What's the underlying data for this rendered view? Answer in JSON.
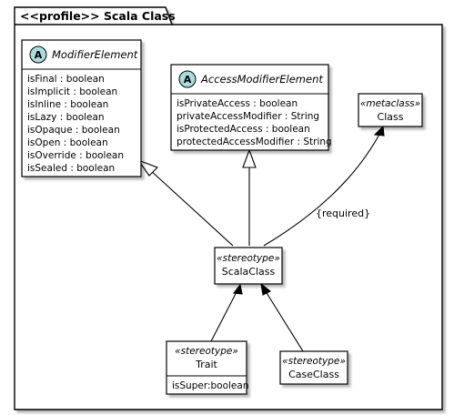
{
  "package": {
    "title": "<<profile>> Scala Class"
  },
  "classes": {
    "modifier_element": {
      "badge": "A",
      "name": "ModifierElement",
      "attributes": [
        "isFinal : boolean",
        "isImplicit : boolean",
        "isInline : boolean",
        "isLazy : boolean",
        "isOpaque : boolean",
        "isOpen : boolean",
        "isOverride : boolean",
        "isSealed : boolean"
      ]
    },
    "access_modifier_element": {
      "badge": "A",
      "name": "AccessModifierElement",
      "attributes": [
        "isPrivateAccess : boolean",
        "privateAccessModifier : String",
        "isProtectedAccess : boolean",
        "protectedAccessModifier : String"
      ]
    },
    "class_metaclass": {
      "stereotype": "«metaclass»",
      "name": "Class"
    },
    "scala_class": {
      "stereotype": "«stereotype»",
      "name": "ScalaClass"
    },
    "trait": {
      "stereotype": "«stereotype»",
      "name": "Trait",
      "attributes": [
        "isSuper:boolean"
      ]
    },
    "case_class": {
      "stereotype": "«stereotype»",
      "name": "CaseClass"
    }
  },
  "relations": {
    "extension_label": "{required}"
  },
  "colors": {
    "badge_fill": "#a9dcdf",
    "line": "#000000",
    "background": "#ffffff"
  }
}
